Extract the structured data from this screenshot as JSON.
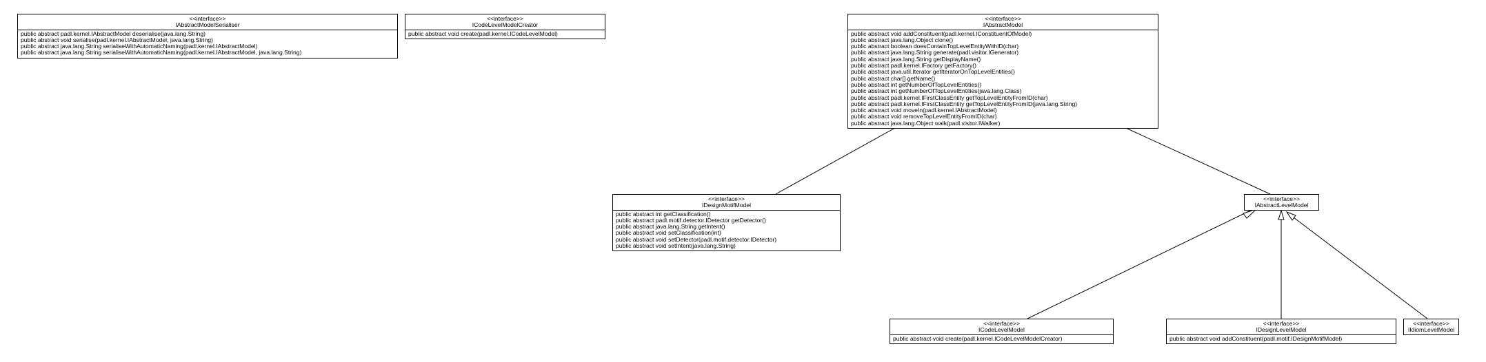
{
  "classes": {
    "abstract_model_serialiser": {
      "stereotype": "<<interface>>",
      "name": "IAbstractModelSerialiser",
      "methods": [
        "public abstract padl.kernel.IAbstractModel deserialise(java.lang.String)",
        "public abstract void serialise(padl.kernel.IAbstractModel, java.lang.String)",
        "public abstract java.lang.String serialiseWithAutomaticNaming(padl.kernel.IAbstractModel)",
        "public abstract java.lang.String serialiseWithAutomaticNaming(padl.kernel.IAbstractModel, java.lang.String)"
      ]
    },
    "code_level_model_creator": {
      "stereotype": "<<interface>>",
      "name": "ICodeLevelModelCreator",
      "methods": [
        "public abstract void create(padl.kernel.ICodeLevelModel)"
      ]
    },
    "abstract_model": {
      "stereotype": "<<interface>>",
      "name": "IAbstractModel",
      "methods": [
        "public abstract void addConstituent(padl.kernel.IConstituentOfModel)",
        "public abstract java.lang.Object clone()",
        "public abstract boolean doesContainTopLevelEntityWithID(char)",
        "public abstract java.lang.String generate(padl.visitor.IGenerator)",
        "public abstract java.lang.String getDisplayName()",
        "public abstract padl.kernel.IFactory getFactory()",
        "public abstract java.util.Iterator getIteratorOnTopLevelEntities()",
        "public abstract char[] getName()",
        "public abstract int getNumberOfTopLevelEntities()",
        "public abstract int getNumberOfTopLevelEntities(java.lang.Class)",
        "public abstract padl.kernel.IFirstClassEntity getTopLevelEntityFromID(char)",
        "public abstract padl.kernel.IFirstClassEntity getTopLevelEntityFromID(java.lang.String)",
        "public abstract void moveIn(padl.kernel.IAbstractModel)",
        "public abstract void removeTopLevelEntityFromID(char)",
        "public abstract java.lang.Object walk(padl.visitor.IWalker)"
      ]
    },
    "design_motif_model": {
      "stereotype": "<<interface>>",
      "name": "IDesignMotifModel",
      "methods": [
        "public abstract int getClassification()",
        "public abstract padl.motif.detector.IDetector getDetector()",
        "public abstract java.lang.String getIntent()",
        "public abstract void setClassification(int)",
        "public abstract void setDetector(padl.motif.detector.IDetector)",
        "public abstract void setIntent(java.lang.String)"
      ]
    },
    "abstract_level_model": {
      "stereotype": "<<interface>>",
      "name": "IAbstractLevelModel",
      "methods": []
    },
    "code_level_model": {
      "stereotype": "<<interface>>",
      "name": "ICodeLevelModel",
      "methods": [
        "public abstract void create(padl.kernel.ICodeLevelModelCreator)"
      ]
    },
    "design_level_model": {
      "stereotype": "<<interface>>",
      "name": "IDesignLevelModel",
      "methods": [
        "public abstract void addConstituent(padl.motif.IDesignMotifModel)"
      ]
    },
    "idiom_level_model": {
      "stereotype": "<<interface>>",
      "name": "IIdiomLevelModel",
      "methods": []
    }
  },
  "colors": {
    "line": "#000000",
    "box_fill": "#ffffff",
    "background": "#ffffff"
  },
  "edges": [
    {
      "from": "abstract_model",
      "to": "design_motif_model",
      "kind": "association"
    },
    {
      "from": "abstract_model",
      "to": "abstract_level_model",
      "kind": "association"
    },
    {
      "from": "code_level_model",
      "to": "abstract_level_model",
      "kind": "generalization"
    },
    {
      "from": "design_level_model",
      "to": "abstract_level_model",
      "kind": "generalization"
    },
    {
      "from": "idiom_level_model",
      "to": "abstract_level_model",
      "kind": "generalization"
    }
  ]
}
